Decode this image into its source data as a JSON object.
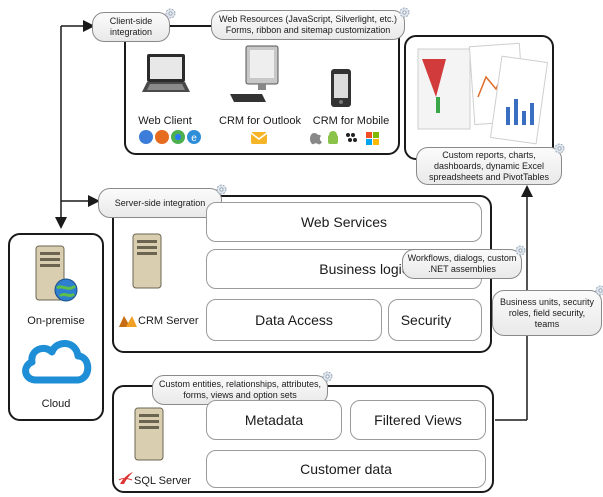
{
  "client_side": {
    "callout": "Client-side integration",
    "web_resources_callout": "Web Resources (JavaScript, Silverlight, etc.) Forms, ribbon and sitemap customization",
    "clients": [
      {
        "label": "Web Client"
      },
      {
        "label": "CRM for Outlook"
      },
      {
        "label": "CRM for Mobile"
      }
    ]
  },
  "reports_callout": "Custom reports, charts, dashboards, dynamic Excel spreadsheets and PivotTables",
  "server_side": {
    "callout": "Server-side integration",
    "layers": {
      "web_services": "Web Services",
      "business_logic": "Business logic",
      "data_access": "Data Access",
      "security": "Security"
    },
    "workflows_callout": "Workflows, dialogs, custom .NET assemblies",
    "security_callout": "Business units, security roles, field security, teams",
    "crm_server_label": "CRM Server"
  },
  "deployment": {
    "on_premise": "On-premise",
    "cloud": "Cloud"
  },
  "database": {
    "callout": "Custom entities, relationships, attributes, forms, views and option sets",
    "metadata": "Metadata",
    "filtered_views": "Filtered Views",
    "customer_data": "Customer data",
    "sql_server_label": "SQL Server"
  },
  "colors": {
    "outline": "#1a1a1a",
    "callout_fill": "#eeeeee",
    "cloud_blue": "#1e8fd6",
    "server_tan": "#d9cfb0"
  }
}
